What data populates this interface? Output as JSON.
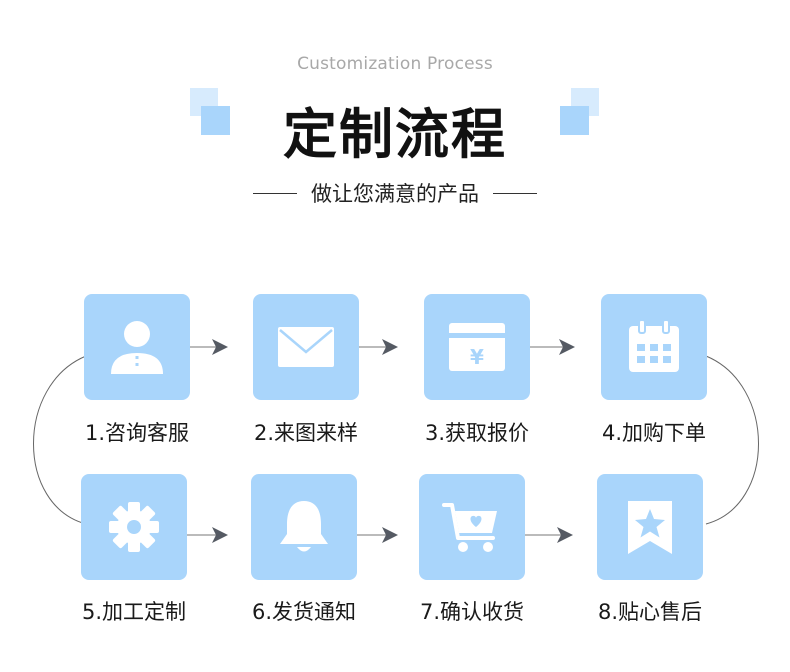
{
  "header": {
    "subtitle_en": "Customization Process",
    "title": "定制流程",
    "tagline": "做让您满意的产品"
  },
  "steps": [
    {
      "label": "1.咨询客服",
      "icon": "user-icon"
    },
    {
      "label": "2.来图来样",
      "icon": "envelope-icon"
    },
    {
      "label": "3.获取报价",
      "icon": "yen-card-icon"
    },
    {
      "label": "4.加购下单",
      "icon": "calendar-icon"
    },
    {
      "label": "5.加工定制",
      "icon": "gear-icon"
    },
    {
      "label": "6.发货通知",
      "icon": "bell-icon"
    },
    {
      "label": "7.确认收货",
      "icon": "cart-heart-icon"
    },
    {
      "label": "8.贴心售后",
      "icon": "star-bookmark-icon"
    }
  ],
  "colors": {
    "card_bg": "#a9d5fb",
    "icon_fg": "#ffffff",
    "accent_light": "#d7ebfd",
    "accent": "#a9d5fb",
    "arrow": "#555a63"
  }
}
